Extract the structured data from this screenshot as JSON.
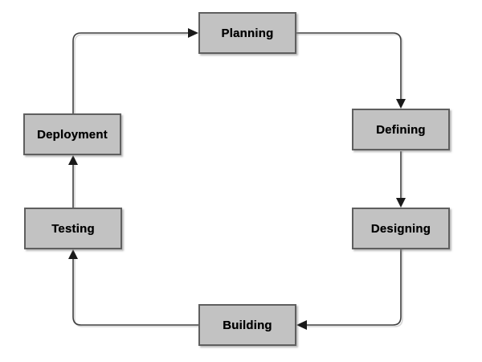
{
  "diagram": {
    "type": "cycle-flowchart",
    "background": "#ffffff",
    "nodes": [
      {
        "id": "planning",
        "label": "Planning"
      },
      {
        "id": "defining",
        "label": "Defining"
      },
      {
        "id": "designing",
        "label": "Designing"
      },
      {
        "id": "building",
        "label": "Building"
      },
      {
        "id": "testing",
        "label": "Testing"
      },
      {
        "id": "deployment",
        "label": "Deployment"
      }
    ],
    "edges": [
      {
        "from": "Planning",
        "to": "Defining",
        "style": "elbow, rounded corner, arrow into top of Defining"
      },
      {
        "from": "Defining",
        "to": "Designing",
        "style": "straight vertical, arrow down"
      },
      {
        "from": "Designing",
        "to": "Building",
        "style": "elbow, rounded corner, arrow into right of Building"
      },
      {
        "from": "Building",
        "to": "Testing",
        "style": "elbow, rounded corner, arrow into bottom of Testing"
      },
      {
        "from": "Testing",
        "to": "Deployment",
        "style": "straight vertical, arrow up"
      },
      {
        "from": "Deployment",
        "to": "Planning",
        "style": "elbow, rounded corner, arrow into left of Planning"
      }
    ],
    "colors": {
      "node_fill": "#c2c2c2",
      "node_border": "#5f5f5f",
      "connector_line": "#3f3f3f",
      "connector_shadow": "#d6d6d6",
      "arrowhead": "#1a1a1a",
      "text": "#000000",
      "background": "#ffffff"
    }
  }
}
